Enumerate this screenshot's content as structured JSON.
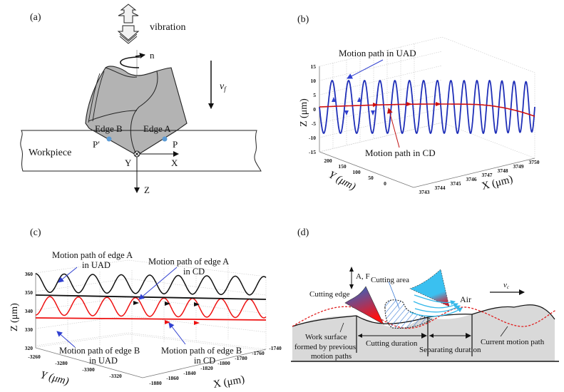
{
  "panels": {
    "a": {
      "label": "(a)",
      "vibration": "vibration",
      "n": "n",
      "vf": "v",
      "vf_sub": "f",
      "edge_b": "Edge B",
      "edge_a": "Edge A",
      "p_prime": "P′",
      "p": "P",
      "workpiece": "Workpiece",
      "y_axis": "Y",
      "x_axis": "X",
      "z_axis": "Z",
      "tool_color": "#b3b3b3",
      "point_color": "#5b9bd5"
    },
    "b": {
      "label": "(b)",
      "annotation_uad": "Motion path in UAD",
      "annotation_cd": "Motion path in CD",
      "zlabel": "Z (μm)",
      "ylabel": "Y (μm)",
      "xlabel": "X (μm)",
      "z_ticks": [
        "15",
        "10",
        "5",
        "0",
        "-5",
        "-10",
        "-15"
      ],
      "y_ticks": [
        "200",
        "150",
        "100",
        "50",
        "0"
      ],
      "x_ticks": [
        "3743",
        "3744",
        "3745",
        "3746",
        "3747",
        "3748",
        "3749",
        "3750"
      ],
      "uad_color": "#1f2fb8",
      "cd_color": "#d01010"
    },
    "c": {
      "label": "(c)",
      "annotation_a_uad": [
        "Motion path of edge A",
        "in UAD"
      ],
      "annotation_a_cd": [
        "Motion path of edge A",
        "in CD"
      ],
      "annotation_b_uad": [
        "Motion path of edge B",
        "in UAD"
      ],
      "annotation_b_cd": [
        "Motion path of edge B",
        "in CD"
      ],
      "zlabel": "Z (μm)",
      "ylabel": "Y (μm)",
      "xlabel": "X (μm)",
      "z_ticks": [
        "360",
        "350",
        "340",
        "330",
        "320"
      ],
      "y_ticks": [
        "-3260",
        "-3280",
        "-3300",
        "-3320"
      ],
      "x_ticks": [
        "-1880",
        "-1860",
        "-1840",
        "-1820",
        "-1800",
        "-1780",
        "-1760",
        "-1740"
      ],
      "edge_a_color": "#111111",
      "edge_b_color": "#ee1111",
      "arrow_color": "#3040d0"
    },
    "d": {
      "label": "(d)",
      "amp_freq": "A, F",
      "cutting_area": "Cutting area",
      "cutting_edge": "Cutting edge",
      "air": "Air",
      "vc": "v",
      "vc_sub": "c",
      "work_surface": [
        "Work surface",
        "formed by previous",
        "motion paths"
      ],
      "cutting_duration": "Cutting duration",
      "separating_duration": "Separating duration",
      "current_motion_path": "Current motion path",
      "workpiece_color": "#d9d9d9",
      "path_color": "#e02020",
      "air_color": "#35b8ea"
    }
  }
}
